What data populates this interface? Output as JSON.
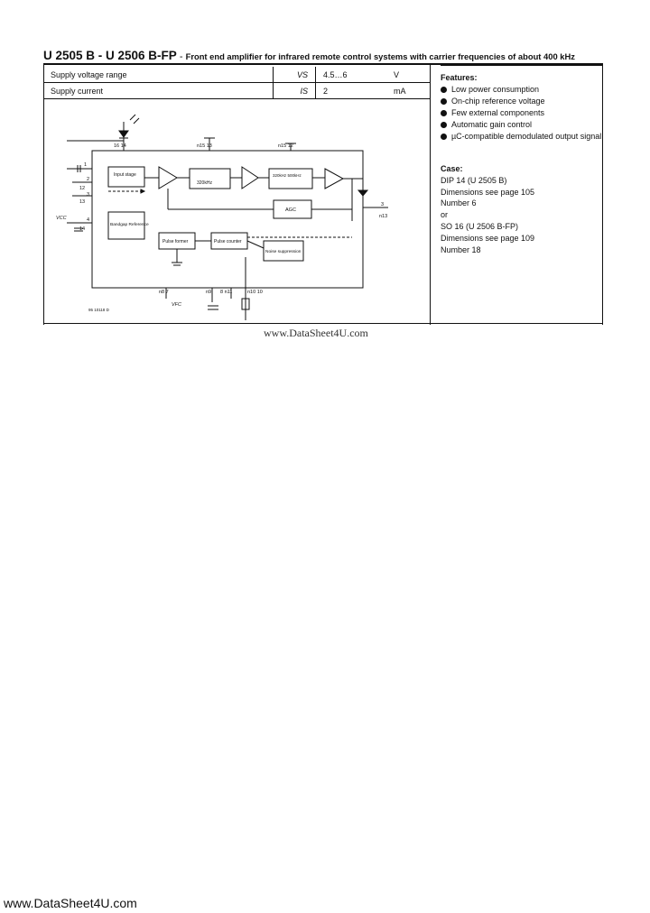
{
  "header": {
    "part_numbers": "U 2505 B - U 2506 B-FP",
    "separator": " - ",
    "description": "Front end amplifier for infrared remote control systems with carrier frequencies of about 400 kHz"
  },
  "params_table": {
    "rows": [
      {
        "label": "Supply voltage range",
        "symbol": "VS",
        "value": "4.5…6",
        "unit": "V"
      },
      {
        "label": "Supply current",
        "symbol": "IS",
        "value": "2",
        "unit": "mA"
      }
    ]
  },
  "features": {
    "title": "Features:",
    "items": [
      "Low power consumption",
      "On-chip reference voltage",
      "Few external components",
      "Automatic gain control",
      "µC-compatible demodulated output signal"
    ]
  },
  "case": {
    "title": "Case:",
    "lines": [
      "DIP 14 (U 2505 B)",
      "Dimensions see page 105",
      "Number 6",
      "or",
      "SO 16 (U 2506 B-FP)",
      "Dimensions see page 109",
      "Number 18"
    ]
  },
  "diagram": {
    "blocks": {
      "input_stage": "Input stage",
      "bandgap": "Bandgap Reference",
      "pulse_former": "Pulse former",
      "pulse_counter": "Pulse counter",
      "noise_suppression": "Noise suppression",
      "agc": "AGC",
      "filter1": "320kHz",
      "filter2": "320kHz 500kHz"
    },
    "pin_labels": {
      "p16_14": "16 14",
      "p13": "n15 13",
      "p12": "n15 12",
      "p1": "1",
      "p2": "2",
      "p3": "3",
      "p12b": "12",
      "p13b": "13",
      "p4": "4",
      "p14": "14",
      "p3r": "3",
      "p13r": "n13",
      "p7": "n8 7",
      "p9": "n9",
      "p8": "8 n11",
      "p10": "n10 10",
      "vcc": "VCC",
      "vfc": "VFC",
      "fig_id": "95 10118 D"
    }
  },
  "watermarks": {
    "center": "www.DataSheet4U.com",
    "bottom": "www.DataSheet4U.com"
  }
}
